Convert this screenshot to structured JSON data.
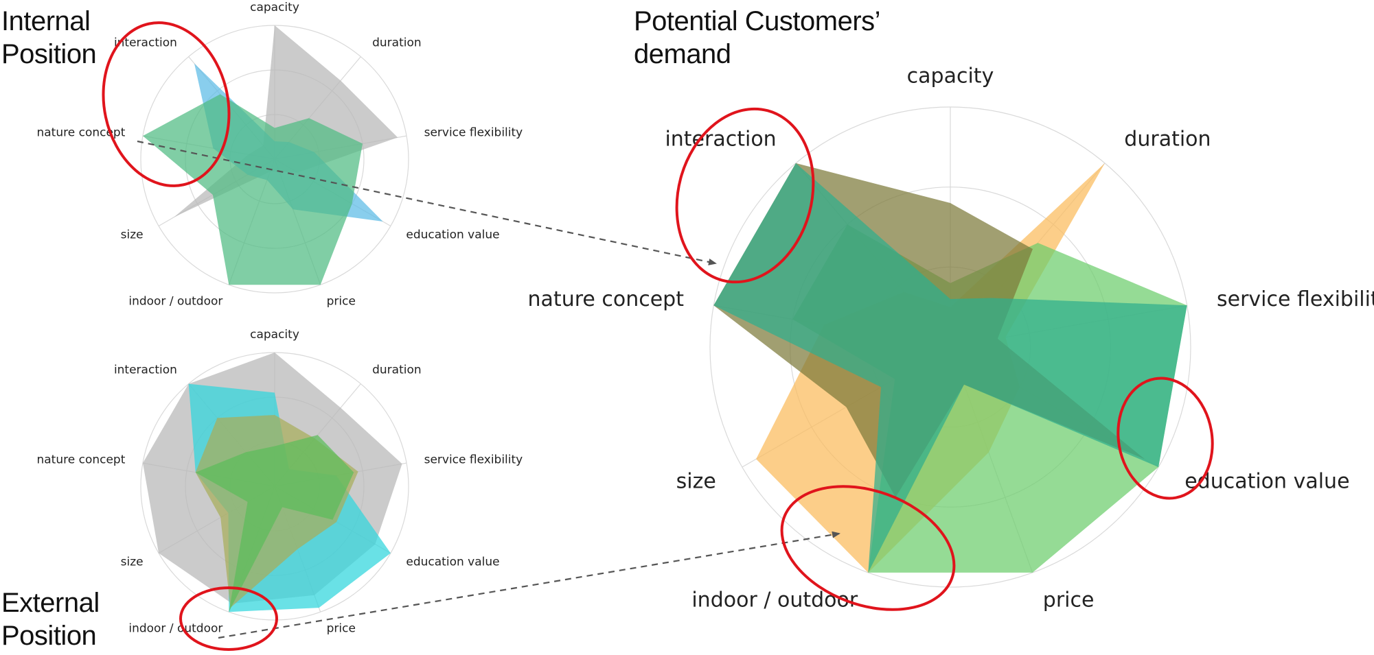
{
  "titles": {
    "internal": [
      "Internal",
      "Position"
    ],
    "external": [
      "External",
      "Position"
    ],
    "demand": [
      "Potential Customers’",
      "demand"
    ]
  },
  "colors": {
    "grey": "#b7b7b7",
    "blue": "#5bbbe6",
    "green": "#4fbb82",
    "cyan": "#2fd6dc",
    "olive": "#a8ad5a",
    "green_light": "#5cbd5a",
    "brown": "#7d7a3a",
    "orange": "#fbbb5b",
    "green_bright": "#6ccd6c",
    "teal": "#2fae8e",
    "highlight": "#e0141c",
    "arrow": "#555555",
    "grid": "#d9d9d9"
  },
  "chart_data": [
    {
      "type": "radar",
      "title": "Internal Position",
      "axes": [
        "capacity",
        "duration",
        "service flexibility",
        "education value",
        "price",
        "indoor / outdoor",
        "size",
        "nature concept",
        "interaction"
      ],
      "rlim": [
        0,
        3
      ],
      "grid": true,
      "series": [
        {
          "color": "grey",
          "values": [
            3,
            2.3,
            2.8,
            0.6,
            0.3,
            0.3,
            2.6,
            0.6,
            0.4
          ]
        },
        {
          "color": "blue",
          "values": [
            0.4,
            0.5,
            0.9,
            2.8,
            1.2,
            0.5,
            0.7,
            1.4,
            2.8
          ]
        },
        {
          "color": "green",
          "values": [
            0.7,
            1.2,
            2.0,
            2.0,
            3.0,
            3.0,
            1.6,
            3.0,
            1.9
          ]
        }
      ]
    },
    {
      "type": "radar",
      "title": "External Position",
      "axes": [
        "capacity",
        "duration",
        "service flexibility",
        "education value",
        "price",
        "indoor / outdoor",
        "size",
        "nature concept",
        "interaction"
      ],
      "rlim": [
        0,
        3
      ],
      "grid": true,
      "series": [
        {
          "color": "grey",
          "values": [
            3,
            2.3,
            2.9,
            2.6,
            2.6,
            2.8,
            3.0,
            3.0,
            3.0
          ]
        },
        {
          "color": "cyan",
          "values": [
            2.1,
            0.5,
            1.4,
            3.0,
            2.9,
            3.0,
            1.2,
            1.8,
            3.0
          ]
        },
        {
          "color": "olive",
          "values": [
            1.6,
            1.4,
            1.9,
            1.6,
            1.5,
            2.9,
            1.4,
            1.8,
            2.0
          ]
        },
        {
          "color": "green_light",
          "values": [
            0.9,
            1.5,
            1.8,
            1.5,
            0.5,
            3.0,
            0.7,
            1.8,
            1.0
          ]
        }
      ]
    },
    {
      "type": "radar",
      "title": "Potential Customers’ demand",
      "axes": [
        "capacity",
        "duration",
        "service flexibility",
        "education value",
        "price",
        "indoor / outdoor",
        "size",
        "nature concept",
        "interaction"
      ],
      "rlim": [
        0,
        3
      ],
      "grid": true,
      "series": [
        {
          "color": "orange",
          "values": [
            0.5,
            3.0,
            0.7,
            1.0,
            1.4,
            3.0,
            2.8,
            1.6,
            0.9
          ]
        },
        {
          "color": "green_bright",
          "values": [
            0.8,
            1.7,
            3.0,
            3.0,
            3.0,
            3.0,
            0.8,
            2.0,
            2.0
          ]
        },
        {
          "color": "brown",
          "values": [
            1.8,
            1.6,
            0.6,
            2.8,
            0.5,
            2.0,
            1.5,
            3.0,
            3.0
          ]
        },
        {
          "color": "teal",
          "values": [
            0.6,
            0.8,
            3.0,
            3.0,
            0.5,
            3.0,
            1.0,
            3.0,
            3.0
          ]
        }
      ]
    }
  ]
}
